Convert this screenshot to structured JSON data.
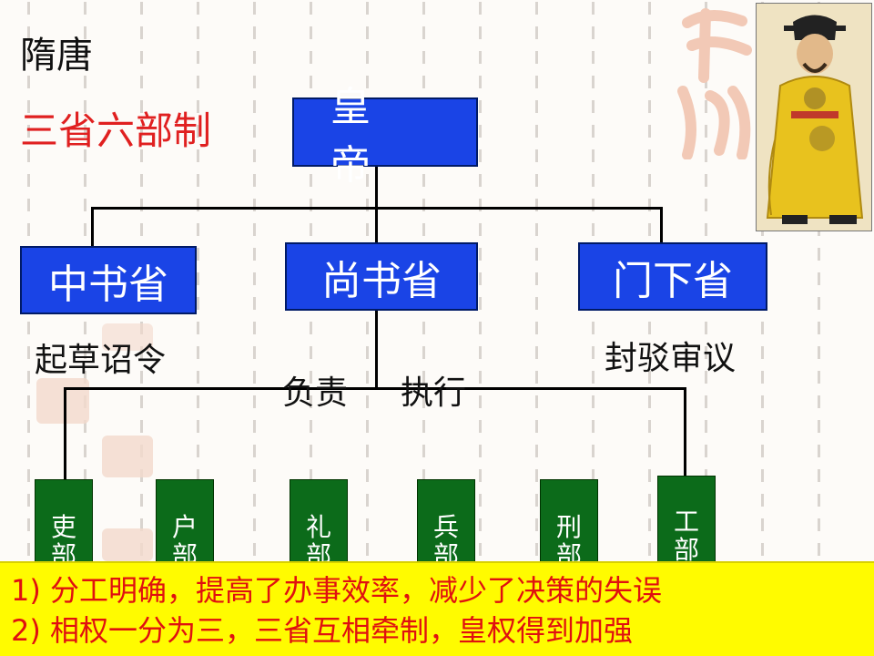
{
  "title": "隋唐",
  "subtitle": "三省六部制",
  "emperor": "皇  帝",
  "departments": {
    "zhongshu": "中书省",
    "shangshu": "尚书省",
    "menxia": "门下省"
  },
  "notes": {
    "zhongshu": "起草诏令",
    "shangshu_1": "负责",
    "shangshu_2": "执行",
    "menxia": "封驳审议"
  },
  "ministries": [
    {
      "c1": "吏",
      "c2": "部"
    },
    {
      "c1": "户",
      "c2": "部"
    },
    {
      "c1": "礼",
      "c2": "部"
    },
    {
      "c1": "兵",
      "c2": "部"
    },
    {
      "c1": "刑",
      "c2": "部"
    },
    {
      "c1": "工",
      "c2": "部"
    }
  ],
  "summary": [
    "1) 分工明确，提高了办事效率，减少了决策的失误",
    "2) 相权一分为三，三省互相牵制，皇权得到加强"
  ],
  "colors": {
    "box_blue": "#1a44e6",
    "ministry_green": "#0c6b1a",
    "subtitle_red": "#e02020",
    "summary_bg": "#fffb00"
  }
}
